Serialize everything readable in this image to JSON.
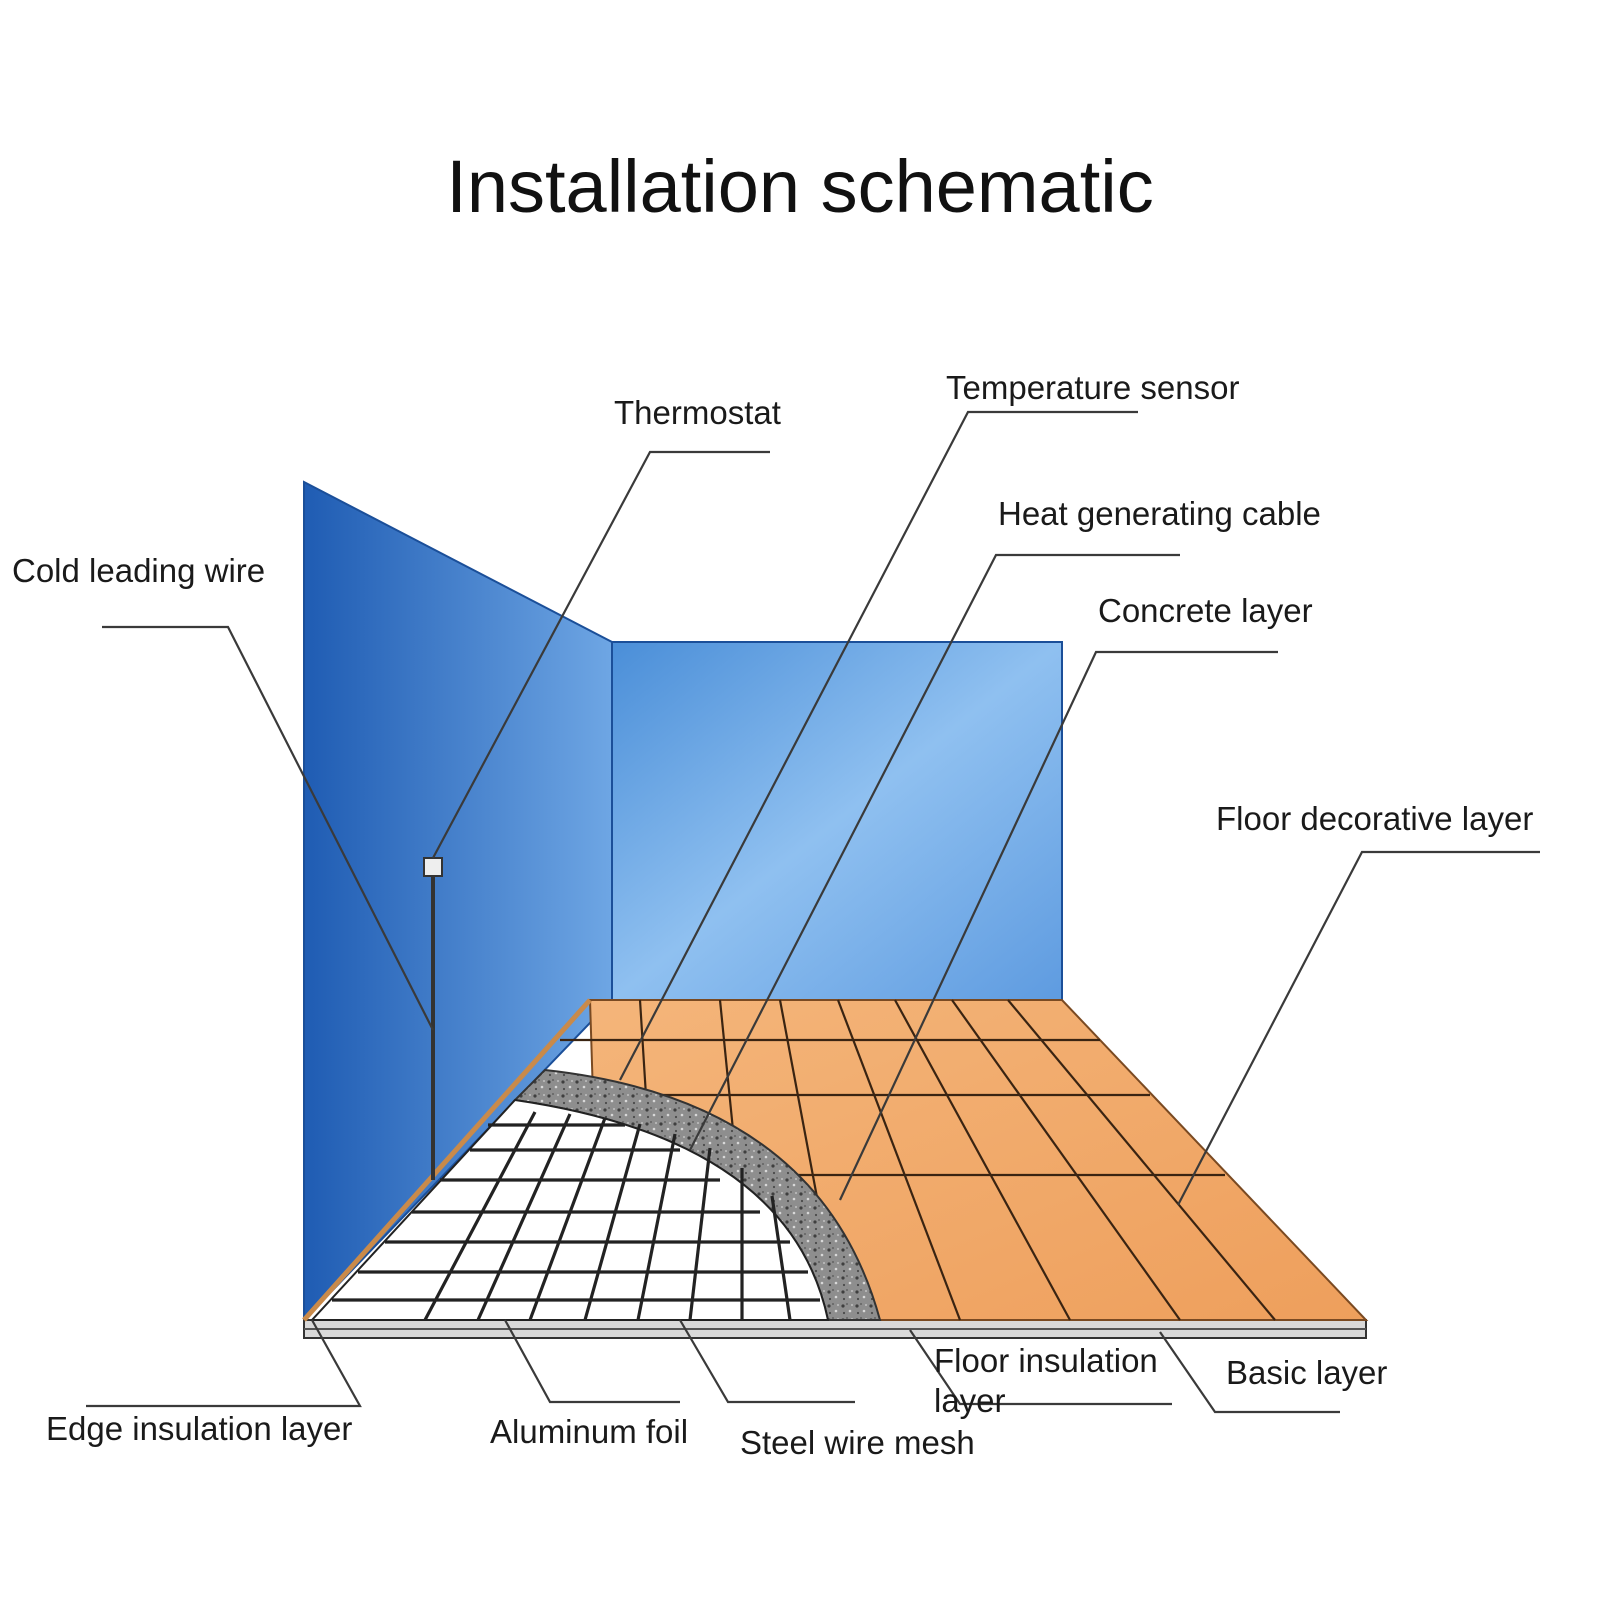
{
  "title": "Installation schematic",
  "labels": {
    "thermostat": "Thermostat",
    "temperature_sensor": "Temperature sensor",
    "heat_generating_cable": "Heat generating cable",
    "concrete_layer": "Concrete layer",
    "cold_leading_wire": "Cold leading wire",
    "floor_decorative_layer": "Floor decorative layer",
    "edge_insulation_layer": "Edge insulation layer",
    "aluminum_foil": "Aluminum foil",
    "steel_wire_mesh": "Steel wire mesh",
    "floor_insulation_line1": "Floor insulation",
    "floor_insulation_line2": "layer",
    "basic_layer": "Basic layer"
  },
  "colors": {
    "wall_dark": "#1f5fb8",
    "wall_light": "#7fb4ec",
    "tile": "#f0a868",
    "concrete": "#8f8f8f",
    "foil": "#ffffff"
  }
}
